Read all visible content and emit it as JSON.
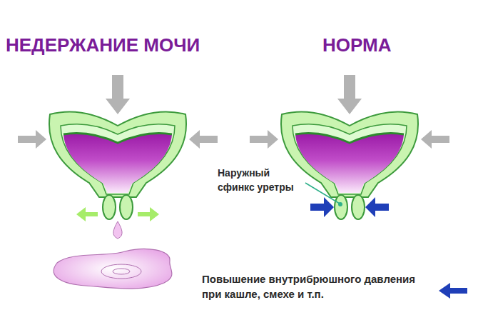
{
  "diagram": {
    "labels": [
      "НЕДЕРЖАНИЕ МОЧИ",
      "НОРМА",
      "Наружный сфинкс уретры"
    ],
    "legend": [
      {
        "text": "Повышение внутрибрюшного давления при кашле, смехе и т.п."
      }
    ]
  }
}
